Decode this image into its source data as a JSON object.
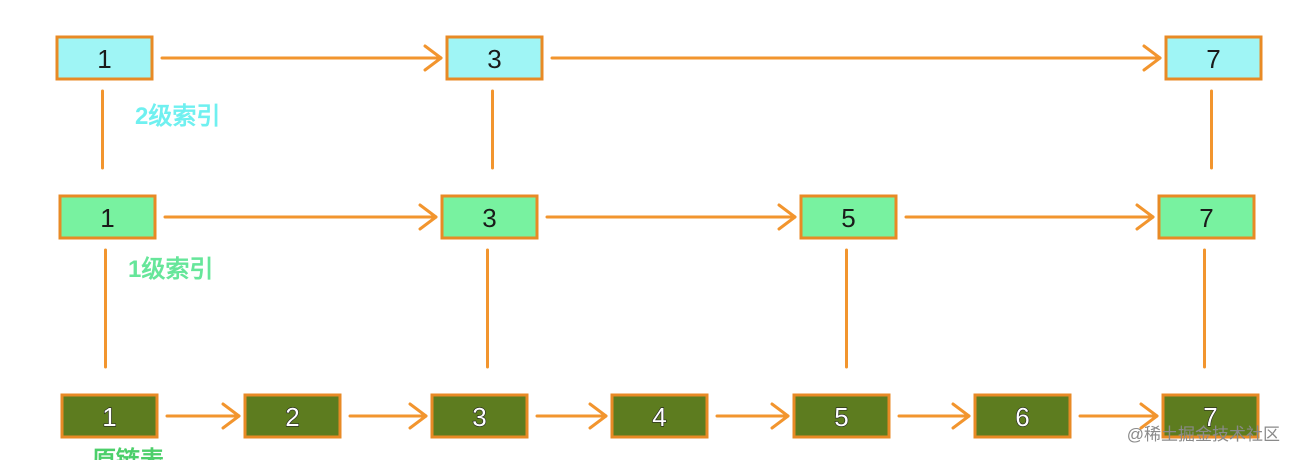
{
  "colors": {
    "edge": "#f2952e",
    "border": "#e88a25",
    "level2_fill": "#9ff5f5",
    "level1_fill": "#78f2a0",
    "base_fill": "#5d7c1f",
    "level2_label": "#6ff0f0",
    "level1_label": "#66e69a",
    "base_label": "#4ccf6a"
  },
  "levels": [
    {
      "id": "level2",
      "label": "2级索引",
      "nodes": [
        "1",
        "3",
        "7"
      ]
    },
    {
      "id": "level1",
      "label": "1级索引",
      "nodes": [
        "1",
        "3",
        "5",
        "7"
      ]
    },
    {
      "id": "base",
      "label": "原链表",
      "nodes": [
        "1",
        "2",
        "3",
        "4",
        "5",
        "6",
        "7"
      ]
    }
  ],
  "watermark": "@稀土掘金技术社区"
}
